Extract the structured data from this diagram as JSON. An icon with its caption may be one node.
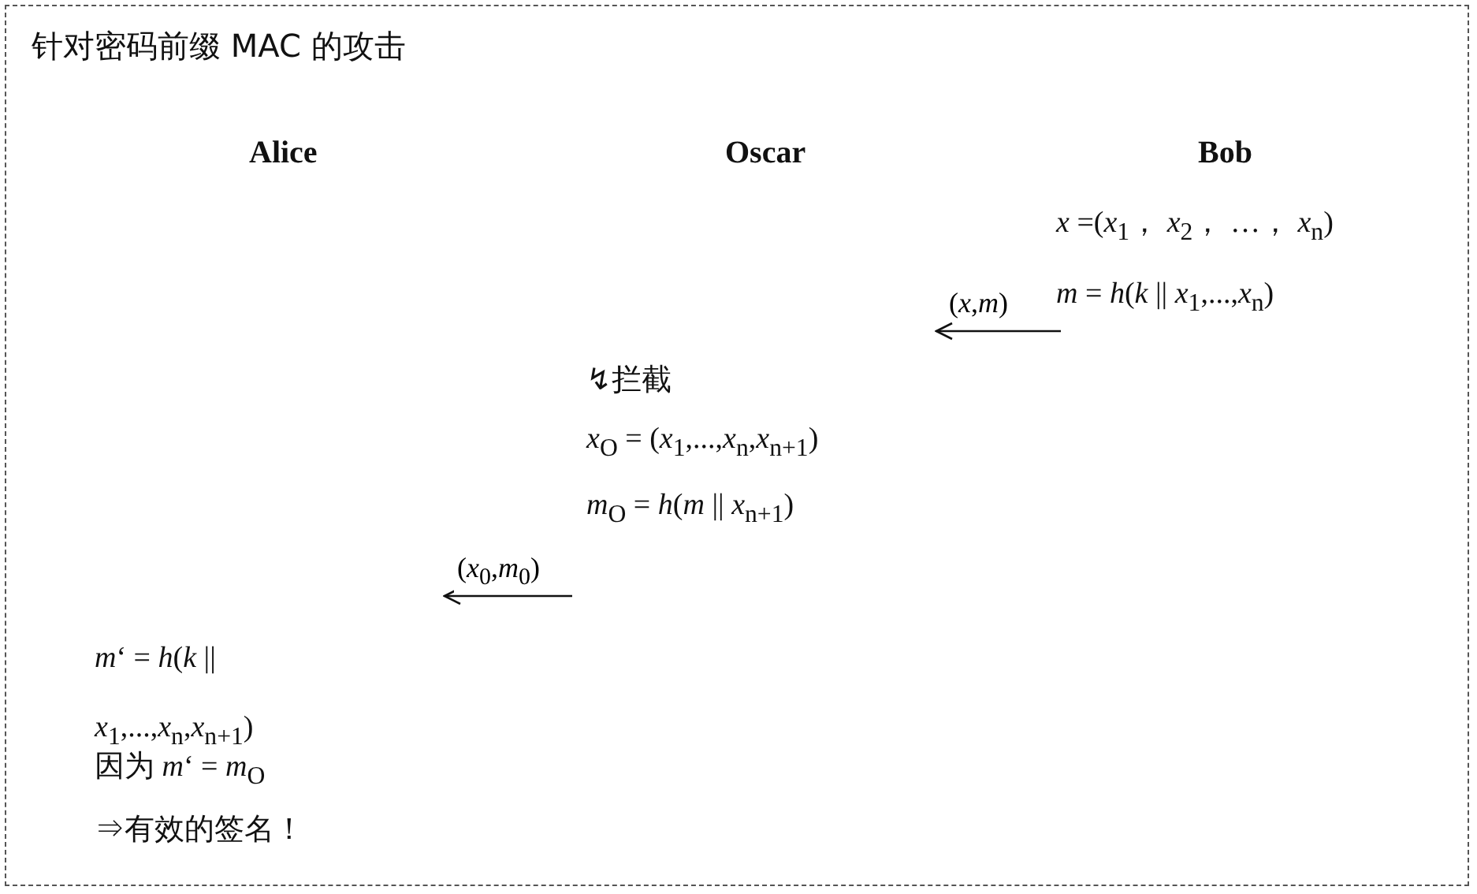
{
  "diagram": {
    "title": "针对密码前缀 MAC 的攻击",
    "nodes": [
      {
        "text": [
          "Alice",
          "*m*‘ = *h*(*k* || *x*$_{1}$,...,*x*$_{n}$,*x*$_{n+1}$)",
          "因为 *m*‘ = *m*$_{O}$",
          "⇒有效的签名！"
        ]
      },
      {
        "text": [
          "Oscar",
          "↯拦截",
          "*x*$_{O}$ = (*x*$_{1}$,...,*x*$_{n}$,*x*$_{n+1}$)",
          "*m*$_{O}$ = *h*(*m* || *x*$_{n+1}$)"
        ]
      },
      {
        "text": [
          "Bob",
          "*x* =(*x*$_{1}$， *x*$_{2}$， …， *x*$_{n}$)",
          "*m* = *h*(*k* || *x*$_{1}$,...,*x*$_{n}$)"
        ]
      }
    ],
    "edges": [
      {
        "from": 2,
        "to": 1,
        "arrow": "to",
        "label": "(*x*,*m*)"
      },
      {
        "from": 1,
        "to": 0,
        "arrow": "to",
        "label": "(*x*$_{0}$,*m*$_{0}$)"
      }
    ]
  }
}
